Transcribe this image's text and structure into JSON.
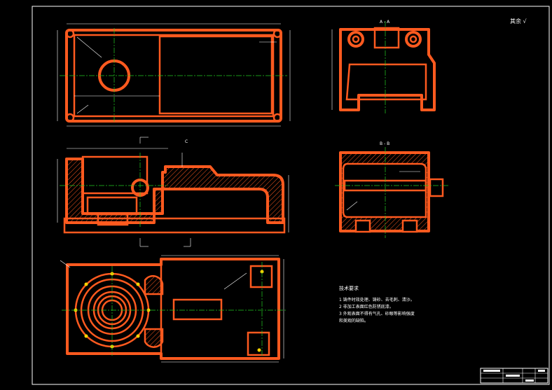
{
  "drawing": {
    "background_color": "#000000",
    "outline_color": "#ff5a1f",
    "centerline_color": "#22cc22",
    "dimension_color": "#ffffff"
  },
  "labels": {
    "roughness_mark": "其余 √",
    "section_aa": "A - A",
    "section_bb": "B - B",
    "section_cc": "C"
  },
  "notes": {
    "title": "技术要求",
    "items": [
      "1  铸件时效处理、铸砂、去毛刺、清沙。",
      "2  非加工表面红色防锈底漆。",
      "3  外观表面不得有气孔、砂眼等影响强度",
      "    和美观的缺陷。"
    ]
  },
  "title_block": {
    "label": ""
  }
}
